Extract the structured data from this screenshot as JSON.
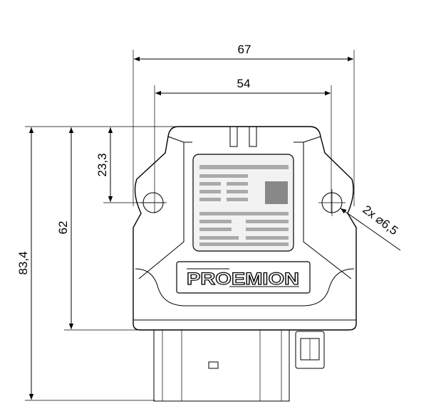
{
  "dimensions": {
    "width_overall": "67",
    "hole_spacing": "54",
    "height_to_holes": "23,3",
    "body_height": "62",
    "overall_height": "83,4",
    "hole_callout": "2x ⌀6,5"
  },
  "logo_text": "PROEMION"
}
